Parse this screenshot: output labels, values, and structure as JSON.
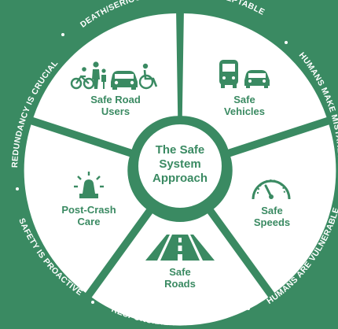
{
  "colors": {
    "background": "#3a8a62",
    "segment": "#ffffff",
    "accent": "#3a8a62"
  },
  "hub": {
    "line1": "The Safe",
    "line2": "System",
    "line3": "Approach"
  },
  "segments": {
    "users": {
      "line1": "Safe Road",
      "line2": "Users",
      "icons": [
        "cyclist-icon",
        "pedestrian-icon",
        "car-icon",
        "wheelchair-icon"
      ]
    },
    "vehicles": {
      "line1": "Safe",
      "line2": "Vehicles",
      "icons": [
        "bus-icon",
        "car-icon"
      ]
    },
    "speeds": {
      "line1": "Safe",
      "line2": "Speeds",
      "icons": [
        "speedometer-icon"
      ]
    },
    "roads": {
      "line1": "Safe",
      "line2": "Roads",
      "icons": [
        "road-icon"
      ]
    },
    "care": {
      "line1": "Post-Crash",
      "line2": "Care",
      "icons": [
        "siren-icon"
      ]
    }
  },
  "principles": {
    "top": "DEATH/SERIOUS INJURY IS UNACCEPTABLE",
    "right": "HUMANS MAKE MISTAKES",
    "bottom_right": "HUMANS ARE VULNERABLE",
    "bottom": "RESPONSIBILITY IS SHARED",
    "bottom_left": "SAFETY IS PROACTIVE",
    "left": "REDUNDANCY IS CRUCIAL"
  }
}
